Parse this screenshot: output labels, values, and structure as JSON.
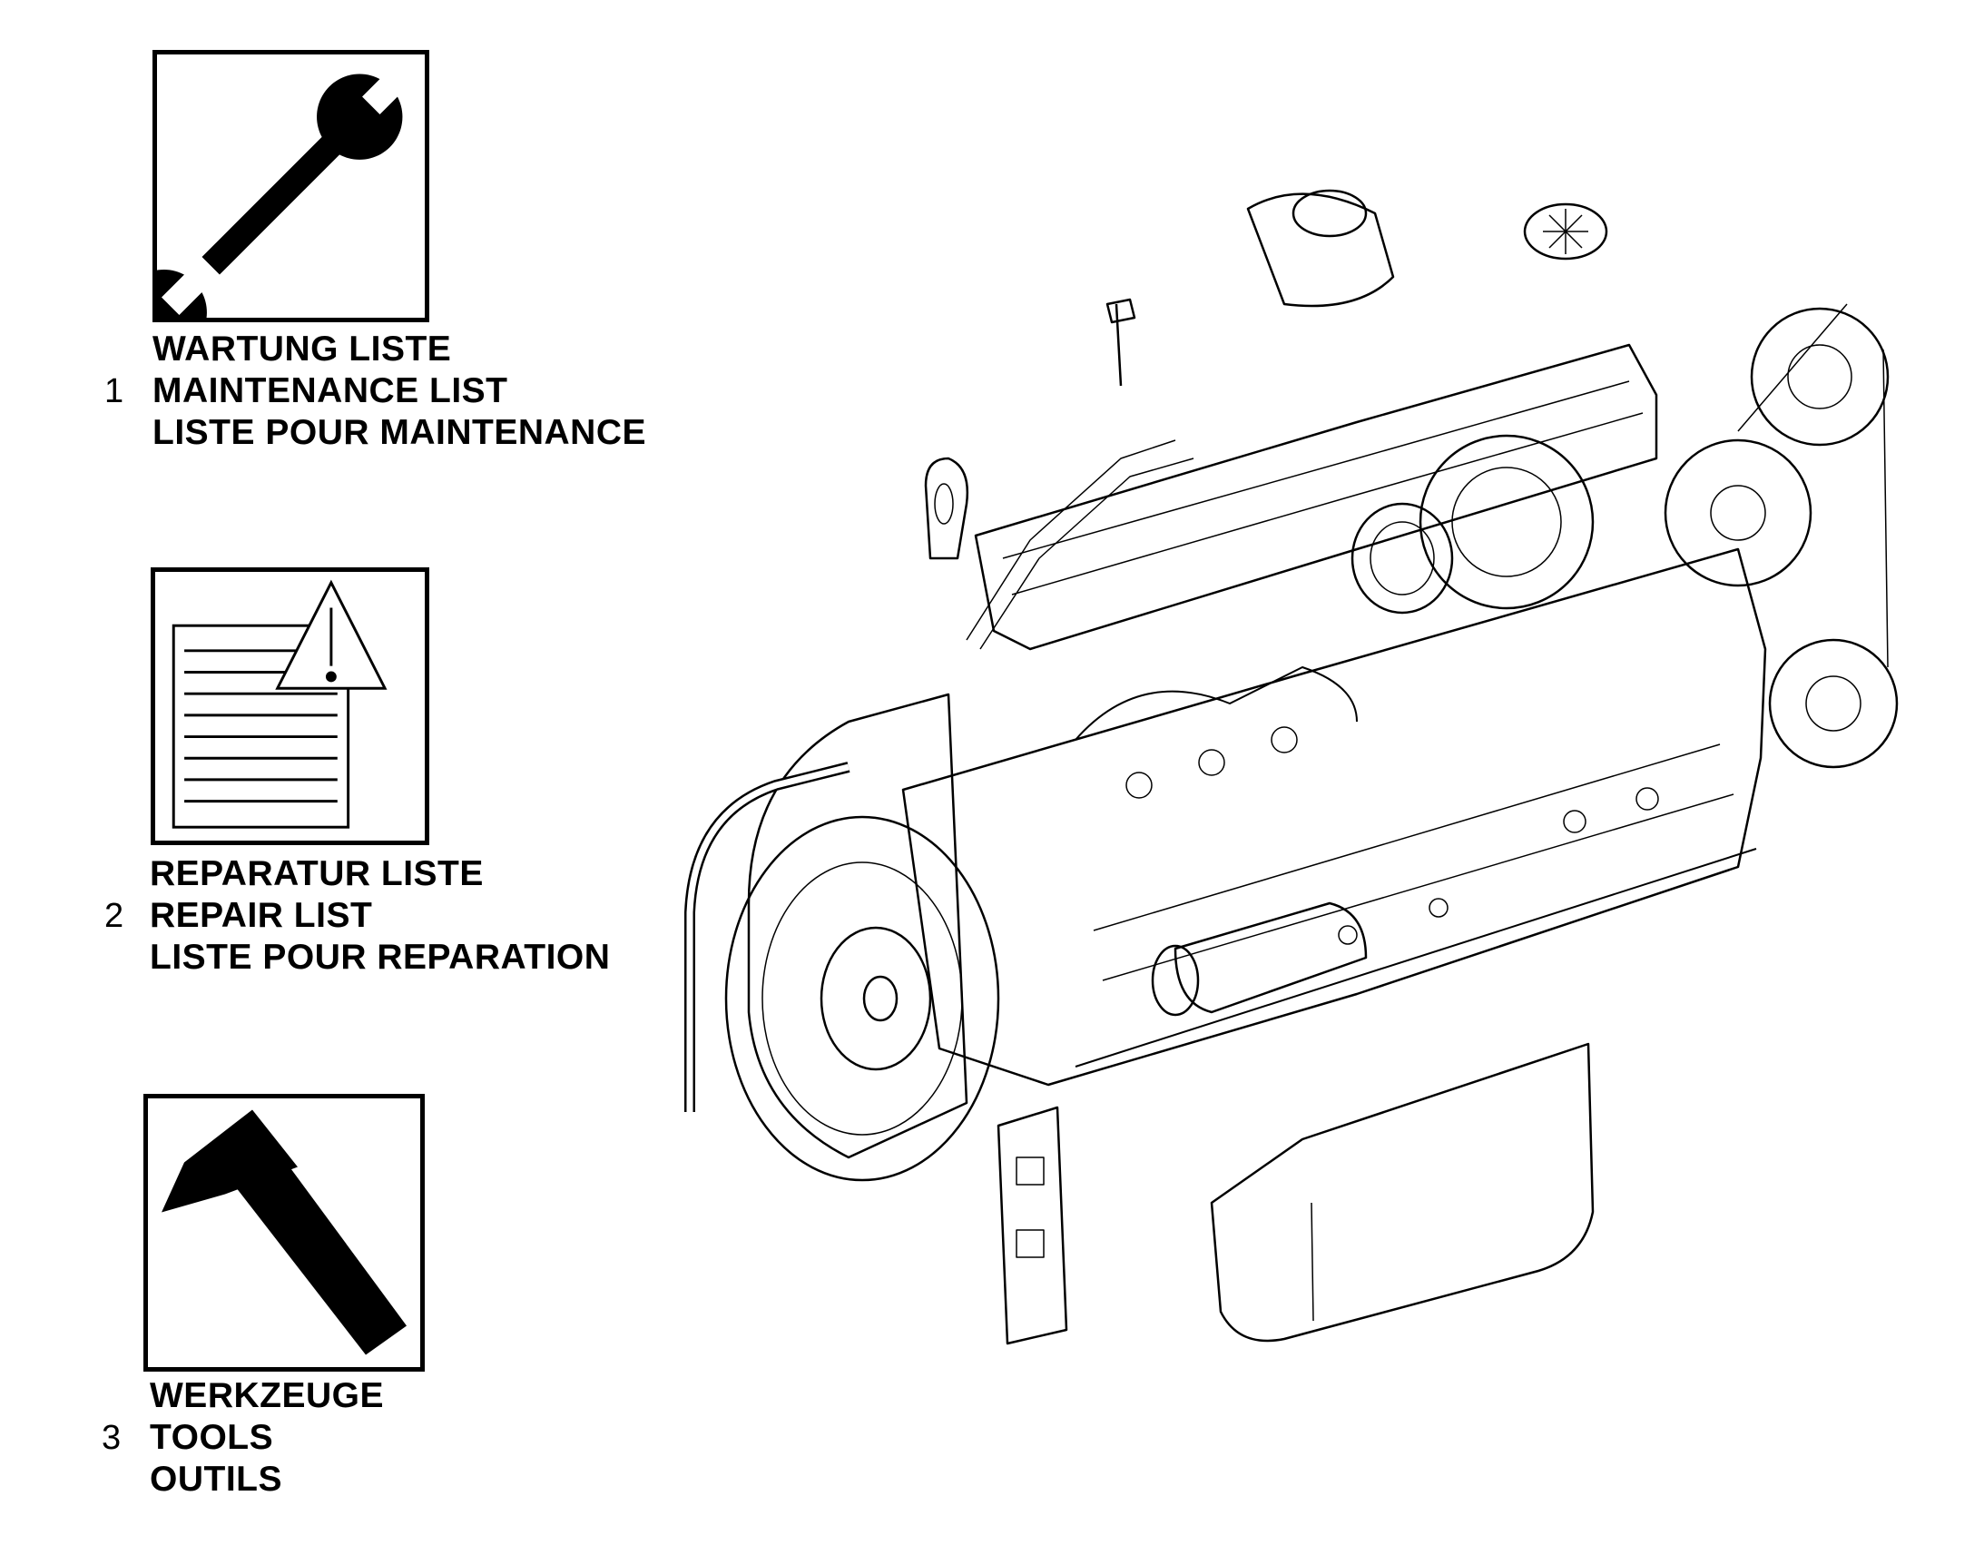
{
  "items": [
    {
      "number": "1",
      "icon": "wrench-icon",
      "lines": [
        "WARTUNG LISTE",
        "MAINTENANCE LIST",
        "LISTE POUR MAINTENANCE"
      ]
    },
    {
      "number": "2",
      "icon": "document-warning-icon",
      "lines": [
        "REPARATUR LISTE",
        "REPAIR LIST",
        "LISTE POUR REPARATION"
      ]
    },
    {
      "number": "3",
      "icon": "hammer-icon",
      "lines": [
        "WERKZEUGE",
        "TOOLS",
        "OUTILS"
      ]
    }
  ],
  "illustration": "engine-assembly-illustration"
}
